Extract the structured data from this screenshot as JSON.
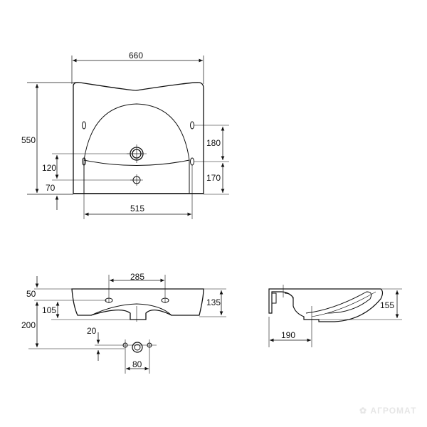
{
  "drawing": {
    "top_view": {
      "width_label": "660",
      "depth_label": "550",
      "mount_spacing_label": "515",
      "upper_mount_offset_label": "180",
      "lower_mount_offset_label": "170",
      "tap_hole_offset_label": "120",
      "overflow_offset_label": "70"
    },
    "front_view": {
      "tap_spacing_label": "285",
      "top_offset_label": "50",
      "hole_height_label": "105",
      "total_offset_label": "200",
      "basin_height_label": "135",
      "pipe_offset_label": "20",
      "pipe_spacing_label": "80"
    },
    "side_view": {
      "height_label": "155",
      "drain_offset_label": "190"
    }
  },
  "watermark": {
    "text": "АГРОМАТ",
    "icon": "logo-icon"
  },
  "colors": {
    "line": "#111111",
    "watermark": "#e6e6e6"
  }
}
